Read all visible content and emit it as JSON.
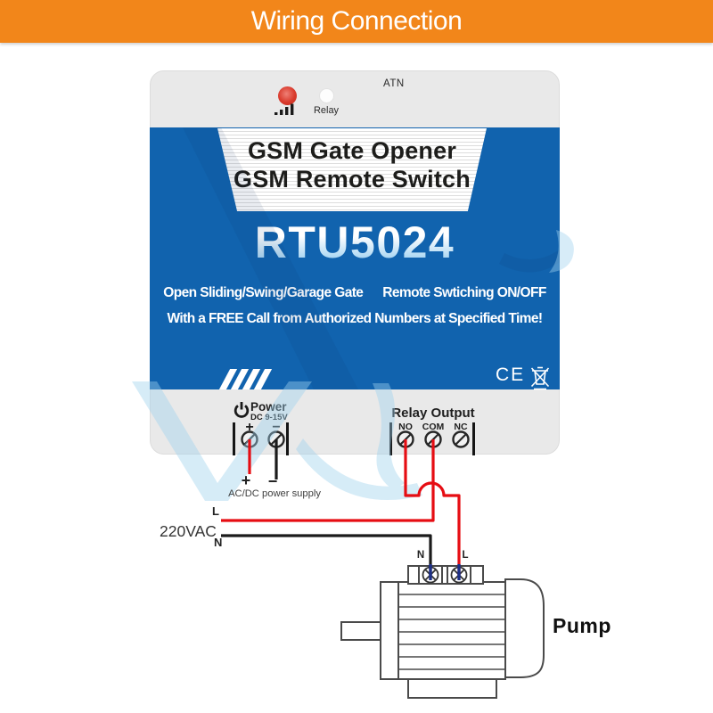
{
  "header": {
    "title": "Wiring Connection"
  },
  "device": {
    "status": {
      "atn_label": "ATN",
      "relay_led_label": "Relay"
    },
    "banner": {
      "line1": "GSM Gate Opener",
      "line2": "GSM Remote Switch"
    },
    "model": "RTU5024",
    "tagline": {
      "part1": "Open Sliding/Swing/Garage Gate",
      "part2": "Remote Swtiching ON/OFF",
      "line2": "With a FREE Call from Authorized Numbers at Specified Time!"
    },
    "certification": {
      "ce_mark": "CE"
    },
    "power": {
      "label": "Power",
      "voltage": "DC 9-15V",
      "terminals": [
        "+",
        "−"
      ]
    },
    "relay_output": {
      "label": "Relay Output",
      "terminals": [
        "NO",
        "COM",
        "NC"
      ]
    }
  },
  "wiring": {
    "psu": {
      "plus": "+",
      "minus": "−",
      "label": "AC/DC power supply"
    },
    "mains": {
      "voltage": "220VAC",
      "live": "L",
      "neutral": "N"
    },
    "pump": {
      "label": "Pump",
      "neutral": "N",
      "live": "L"
    }
  },
  "colors": {
    "header_orange": "#F2861A",
    "device_blue": "#1163AE",
    "wire_live_red": "#E60D13",
    "wire_neutral_black": "#1B1B1B",
    "wire_terminal_navy": "#1C2F87",
    "led_red": "#D93A2C",
    "watermark_blue": "#9FD2EE"
  }
}
